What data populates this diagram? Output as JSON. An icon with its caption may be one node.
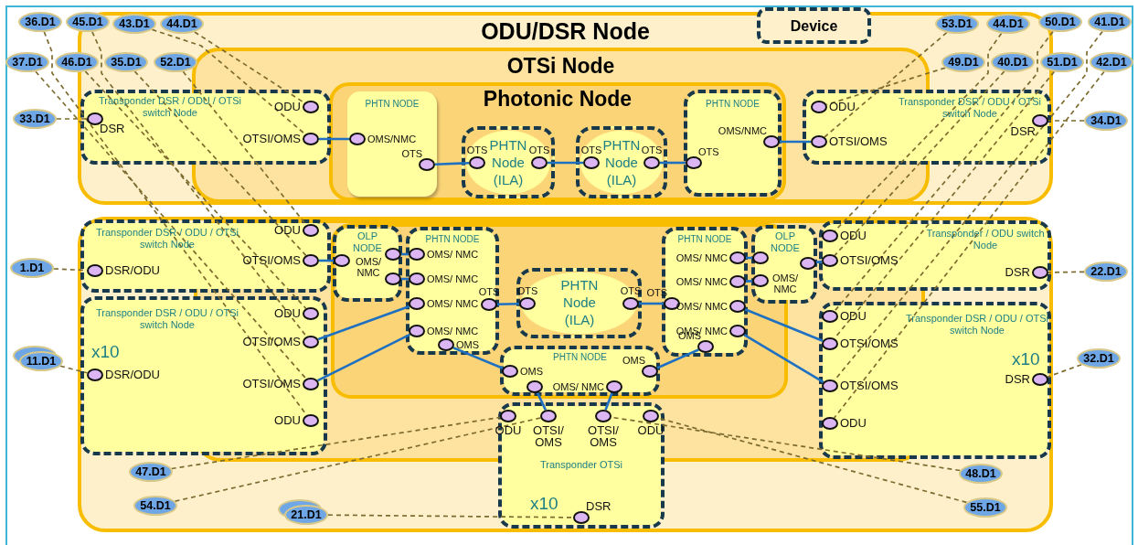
{
  "diagram": {
    "nodes": [
      {
        "text": [
          "Device"
        ]
      },
      {
        "text": [
          "ODU/DSR Node"
        ]
      },
      {
        "text": [
          "OTSi Node"
        ],
        "in": 1
      },
      {
        "text": [
          "Photonic Node"
        ],
        "in": 2
      },
      {
        "text": [
          "Transponder DSR / ODU / OTSi switch Node"
        ],
        "in": 1
      },
      {
        "text": [
          "PHTN NODE"
        ],
        "in": 3
      },
      {
        "text": [
          "PHTN Node (ILA)"
        ],
        "in": 3
      },
      {
        "text": [
          "PHTN Node (ILA)"
        ],
        "in": 3
      },
      {
        "text": [
          "PHTN NODE"
        ],
        "in": 3
      },
      {
        "text": [
          "Transponder DSR / ODU / OTSi switch Node"
        ],
        "in": 1
      },
      {
        "text": [],
        "shape": "box"
      },
      {
        "text": [],
        "shape": "box",
        "in": 10
      },
      {
        "text": [],
        "shape": "box",
        "in": 11
      },
      {
        "text": [
          "Transponder DSR / ODU / OTSi switch Node"
        ],
        "in": 10
      },
      {
        "text": [
          "Transponder DSR / ODU / OTSi switch Node",
          "x10"
        ],
        "in": 10
      },
      {
        "text": [
          "OLP NODE",
          "OMS/ NMC"
        ],
        "in": 12
      },
      {
        "text": [
          "PHTN NODE"
        ],
        "in": 12
      },
      {
        "text": [
          "PHTN Node (ILA)"
        ],
        "in": 12
      },
      {
        "text": [
          "PHTN NODE"
        ],
        "in": 12
      },
      {
        "text": [
          "PHTN NODE"
        ],
        "in": 12
      },
      {
        "text": [
          "OLP NODE",
          "OMS/ NMC"
        ],
        "in": 11
      },
      {
        "text": [
          "Transponder / ODU switch Node"
        ],
        "in": 10
      },
      {
        "text": [
          "Transponder DSR / ODU / OTSi switch Node",
          "x10"
        ],
        "in": 10
      },
      {
        "text": [
          "Transponder OTSi",
          "x10"
        ],
        "in": 10
      },
      {
        "text": [],
        "shape": "circle",
        "in": 4,
        "beside": [
          "DSR"
        ]
      },
      {
        "text": [],
        "shape": "circle",
        "beside": [
          "ODU"
        ]
      },
      {
        "text": [],
        "shape": "circle",
        "beside": [
          "OTSI/OMS"
        ]
      },
      {
        "text": [],
        "shape": "circle",
        "in": 5,
        "beside": [
          "OMS/NMC"
        ]
      },
      {
        "text": [],
        "shape": "circle",
        "in": 5,
        "beside": [
          "OTS"
        ]
      },
      {
        "text": [],
        "shape": "circle",
        "in": 6,
        "beside": [
          "OTS"
        ]
      },
      {
        "text": [],
        "shape": "circle",
        "in": 6,
        "beside": [
          "OTS"
        ]
      },
      {
        "text": [],
        "shape": "circle",
        "in": 7,
        "beside": [
          "OTS"
        ]
      },
      {
        "text": [],
        "shape": "circle",
        "in": 7,
        "beside": [
          "OTS"
        ]
      },
      {
        "text": [],
        "shape": "circle",
        "in": 8,
        "beside": [
          "OTS"
        ]
      },
      {
        "text": [],
        "shape": "circle",
        "in": 8,
        "beside": [
          "OMS/NMC"
        ]
      },
      {
        "text": [],
        "shape": "circle",
        "beside": [
          "ODU"
        ]
      },
      {
        "text": [],
        "shape": "circle",
        "beside": [
          "OTSI/OMS"
        ]
      },
      {
        "text": [],
        "shape": "circle",
        "in": 9,
        "beside": [
          "DSR"
        ]
      },
      {
        "text": [],
        "shape": "circle",
        "beside": [
          "ODU"
        ]
      },
      {
        "text": [],
        "shape": "circle",
        "beside": [
          "OTSI/OMS"
        ]
      },
      {
        "text": [],
        "shape": "circle",
        "in": 13,
        "beside": [
          "DSR/ODU"
        ]
      },
      {
        "text": [],
        "shape": "circle",
        "beside": [
          "ODU"
        ]
      },
      {
        "text": [],
        "shape": "circle",
        "beside": [
          "OTSI/OMS"
        ]
      },
      {
        "text": [],
        "shape": "circle",
        "beside": [
          "OTSI/OMS"
        ]
      },
      {
        "text": [],
        "shape": "circle",
        "beside": [
          "ODU"
        ]
      },
      {
        "text": [],
        "shape": "circle",
        "in": 14,
        "beside": [
          "DSR/ODU"
        ]
      },
      {
        "text": [],
        "shape": "circle",
        "in": 15
      },
      {
        "text": [],
        "shape": "circle",
        "in": 15
      },
      {
        "text": [],
        "shape": "circle",
        "in": 15
      },
      {
        "text": [],
        "shape": "circle",
        "in": 16,
        "beside": [
          "OMS/ NMC"
        ]
      },
      {
        "text": [],
        "shape": "circle",
        "in": 16,
        "beside": [
          "OMS/ NMC"
        ]
      },
      {
        "text": [],
        "shape": "circle",
        "in": 16,
        "beside": [
          "OMS/ NMC"
        ]
      },
      {
        "text": [],
        "shape": "circle",
        "in": 16,
        "beside": [
          "OMS/ NMC"
        ]
      },
      {
        "text": [],
        "shape": "circle",
        "in": 16,
        "beside": [
          "OTS"
        ]
      },
      {
        "text": [],
        "shape": "circle",
        "in": 16,
        "beside": [
          "OMS"
        ]
      },
      {
        "text": [],
        "shape": "circle",
        "in": 17,
        "beside": [
          "OTS"
        ]
      },
      {
        "text": [],
        "shape": "circle",
        "in": 17,
        "beside": [
          "OTS"
        ]
      },
      {
        "text": [],
        "shape": "circle",
        "in": 18,
        "beside": [
          "OMS"
        ]
      },
      {
        "text": [],
        "shape": "circle",
        "in": 18,
        "beside": [
          "OMS"
        ]
      },
      {
        "text": [],
        "shape": "circle",
        "in": 18
      },
      {
        "text": [],
        "shape": "circle",
        "in": 18,
        "beside": [
          "OMS/ NMC"
        ]
      },
      {
        "text": [],
        "shape": "circle",
        "in": 19,
        "beside": [
          "OTS"
        ]
      },
      {
        "text": [],
        "shape": "circle",
        "in": 19,
        "beside": [
          "OMS/ NMC"
        ]
      },
      {
        "text": [],
        "shape": "circle",
        "in": 19,
        "beside": [
          "OMS/ NMC"
        ]
      },
      {
        "text": [],
        "shape": "circle",
        "in": 19,
        "beside": [
          "OMS/ NMC"
        ]
      },
      {
        "text": [],
        "shape": "circle",
        "in": 19,
        "beside": [
          "OMS/ NMC"
        ]
      },
      {
        "text": [],
        "shape": "circle",
        "in": 19,
        "beside": [
          "OMS"
        ]
      },
      {
        "text": [],
        "shape": "circle"
      },
      {
        "text": [],
        "shape": "circle"
      },
      {
        "text": [],
        "shape": "circle",
        "in": 20
      },
      {
        "text": [],
        "shape": "circle",
        "beside": [
          "ODU"
        ]
      },
      {
        "text": [],
        "shape": "circle",
        "beside": [
          "OTSI/OMS"
        ]
      },
      {
        "text": [],
        "shape": "circle",
        "in": 21,
        "beside": [
          "DSR"
        ]
      },
      {
        "text": [],
        "shape": "circle",
        "beside": [
          "ODU"
        ]
      },
      {
        "text": [],
        "shape": "circle",
        "beside": [
          "OTSI/OMS"
        ]
      },
      {
        "text": [],
        "shape": "circle",
        "beside": [
          "OTSI/OMS"
        ]
      },
      {
        "text": [],
        "shape": "circle",
        "beside": [
          "ODU"
        ]
      },
      {
        "text": [],
        "shape": "circle",
        "in": 22,
        "beside": [
          "DSR"
        ]
      },
      {
        "text": [],
        "shape": "circle",
        "beside": [
          "ODU"
        ]
      },
      {
        "text": [],
        "shape": "circle",
        "beside": [
          "OTSI/ OMS"
        ]
      },
      {
        "text": [],
        "shape": "circle",
        "beside": [
          "OTSI/ OMS"
        ]
      },
      {
        "text": [],
        "shape": "circle",
        "beside": [
          "ODU"
        ]
      },
      {
        "text": [],
        "shape": "circle",
        "in": 23,
        "beside": [
          "DSR"
        ]
      },
      {
        "text": [
          "36.D1"
        ]
      },
      {
        "text": [
          "45.D1"
        ]
      },
      {
        "text": [
          "43.D1"
        ],
        "in": 1
      },
      {
        "text": [
          "44.D1"
        ],
        "in": 1
      },
      {
        "text": [
          "53.D1"
        ],
        "in": 1
      },
      {
        "text": [
          "44.D1"
        ],
        "in": 1
      },
      {
        "text": [
          "50.D1"
        ]
      },
      {
        "text": [
          "41.D1"
        ]
      },
      {
        "text": [
          "37.D1"
        ]
      },
      {
        "text": [
          "46.D1"
        ]
      },
      {
        "text": [
          "35.D1"
        ],
        "in": 1
      },
      {
        "text": [
          "52.D1"
        ],
        "in": 1
      },
      {
        "text": [
          "49.D1"
        ],
        "in": 1
      },
      {
        "text": [
          "40.D1"
        ],
        "in": 1
      },
      {
        "text": [
          "51.D1"
        ]
      },
      {
        "text": [
          "42.D1"
        ]
      },
      {
        "text": [
          "33.D1"
        ]
      },
      {
        "text": [
          "34.D1"
        ]
      },
      {
        "text": [
          "1.D1"
        ]
      },
      {
        "text": [
          "22.D1"
        ]
      },
      {
        "text": [
          "11.D1"
        ]
      },
      {
        "text": [
          "32.D1"
        ]
      },
      {
        "text": [
          "47.D1"
        ],
        "in": 10
      },
      {
        "text": [
          "54.D1"
        ],
        "in": 10
      },
      {
        "text": [
          "21.D1"
        ],
        "in": 10
      },
      {
        "text": [
          "48.D1"
        ],
        "in": 10
      },
      {
        "text": [
          "55.D1"
        ],
        "in": 10
      }
    ],
    "edges": [
      {
        "from": 26,
        "to": 27,
        "arrow": "none",
        "color": "#1f70c1"
      },
      {
        "from": 28,
        "to": 29,
        "arrow": "none",
        "color": "#1f70c1"
      },
      {
        "from": 30,
        "to": 31,
        "arrow": "none",
        "color": "#1f70c1"
      },
      {
        "from": 32,
        "to": 33,
        "arrow": "none",
        "color": "#1f70c1"
      },
      {
        "from": 34,
        "to": 36,
        "arrow": "none",
        "color": "#1f70c1"
      },
      {
        "from": 39,
        "to": 46,
        "arrow": "none",
        "color": "#1f70c1"
      },
      {
        "from": 47,
        "to": 49,
        "arrow": "none",
        "color": "#1f70c1"
      },
      {
        "from": 48,
        "to": 50,
        "arrow": "none",
        "color": "#1f70c1"
      },
      {
        "from": 42,
        "to": 51,
        "arrow": "none",
        "color": "#1f70c1"
      },
      {
        "from": 43,
        "to": 52,
        "arrow": "none",
        "color": "#1f70c1"
      },
      {
        "from": 53,
        "to": 55,
        "arrow": "none",
        "color": "#1f70c1"
      },
      {
        "from": 56,
        "to": 61,
        "arrow": "none",
        "color": "#1f70c1"
      },
      {
        "from": 54,
        "to": 57,
        "arrow": "none",
        "color": "#1f70c1"
      },
      {
        "from": 58,
        "to": 66,
        "arrow": "none",
        "color": "#1f70c1"
      },
      {
        "from": 59,
        "to": 79,
        "arrow": "none",
        "color": "#1f70c1"
      },
      {
        "from": 60,
        "to": 80,
        "arrow": "none",
        "color": "#1f70c1"
      },
      {
        "from": 62,
        "to": 67,
        "arrow": "none",
        "color": "#1f70c1"
      },
      {
        "from": 63,
        "to": 68,
        "arrow": "none",
        "color": "#1f70c1"
      },
      {
        "from": 69,
        "to": 71,
        "arrow": "none",
        "color": "#1f70c1"
      },
      {
        "from": 64,
        "to": 74,
        "arrow": "none",
        "color": "#1f70c1"
      },
      {
        "from": 65,
        "to": 75,
        "arrow": "none",
        "color": "#1f70c1"
      },
      {
        "from": 99,
        "to": 24,
        "arrow": "none",
        "style": "dashed",
        "color": "#7d6b2f"
      },
      {
        "from": 100,
        "to": 37,
        "arrow": "none",
        "style": "dashed",
        "color": "#7d6b2f"
      },
      {
        "from": 101,
        "to": 40,
        "arrow": "none",
        "style": "dashed",
        "color": "#7d6b2f"
      },
      {
        "from": 102,
        "to": 72,
        "arrow": "none",
        "style": "dashed",
        "color": "#7d6b2f"
      },
      {
        "from": 103,
        "to": 45,
        "arrow": "none",
        "style": "dashed",
        "color": "#7d6b2f"
      },
      {
        "from": 104,
        "to": 77,
        "arrow": "none",
        "style": "dashed",
        "color": "#7d6b2f"
      },
      {
        "from": 83,
        "to": 44,
        "arrow": "none",
        "style": "dashed",
        "color": "#7d6b2f"
      },
      {
        "from": 84,
        "to": 42,
        "arrow": "none",
        "style": "dashed",
        "color": "#7d6b2f"
      },
      {
        "from": 85,
        "to": 26,
        "arrow": "none",
        "style": "dashed",
        "color": "#7d6b2f"
      },
      {
        "from": 86,
        "to": 25,
        "arrow": "none",
        "style": "dashed",
        "color": "#7d6b2f"
      },
      {
        "from": 87,
        "to": 36,
        "arrow": "none",
        "style": "dashed",
        "color": "#7d6b2f"
      },
      {
        "from": 88,
        "to": 70,
        "arrow": "none",
        "style": "dashed",
        "color": "#7d6b2f"
      },
      {
        "from": 89,
        "to": 73,
        "arrow": "none",
        "style": "dashed",
        "color": "#7d6b2f"
      },
      {
        "from": 90,
        "to": 75,
        "arrow": "none",
        "style": "dashed",
        "color": "#7d6b2f"
      },
      {
        "from": 91,
        "to": 43,
        "arrow": "none",
        "style": "dashed",
        "color": "#7d6b2f"
      },
      {
        "from": 92,
        "to": 41,
        "arrow": "none",
        "style": "dashed",
        "color": "#7d6b2f"
      },
      {
        "from": 93,
        "to": 39,
        "arrow": "none",
        "style": "dashed",
        "color": "#7d6b2f"
      },
      {
        "from": 94,
        "to": 38,
        "arrow": "none",
        "style": "dashed",
        "color": "#7d6b2f"
      },
      {
        "from": 95,
        "to": 35,
        "arrow": "none",
        "style": "dashed",
        "color": "#7d6b2f"
      },
      {
        "from": 96,
        "to": 71,
        "arrow": "none",
        "style": "dashed",
        "color": "#7d6b2f"
      },
      {
        "from": 97,
        "to": 74,
        "arrow": "none",
        "style": "dashed",
        "color": "#7d6b2f"
      },
      {
        "from": 98,
        "to": 76,
        "arrow": "none",
        "style": "dashed",
        "color": "#7d6b2f"
      },
      {
        "from": 105,
        "to": 78,
        "arrow": "none",
        "style": "dashed",
        "color": "#7d6b2f"
      },
      {
        "from": 106,
        "to": 79,
        "arrow": "none",
        "style": "dashed",
        "color": "#7d6b2f"
      },
      {
        "from": 107,
        "to": 82,
        "arrow": "none",
        "style": "dashed",
        "color": "#7d6b2f"
      },
      {
        "from": 108,
        "to": 80,
        "arrow": "none",
        "style": "dashed",
        "color": "#7d6b2f"
      },
      {
        "from": 109,
        "to": 81,
        "arrow": "none",
        "style": "dashed",
        "color": "#7d6b2f"
      }
    ]
  }
}
